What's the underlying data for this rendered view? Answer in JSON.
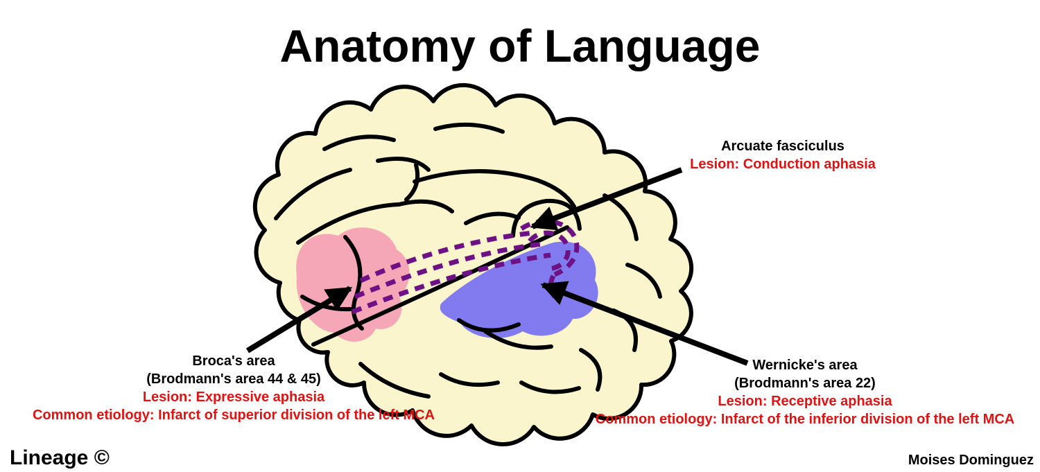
{
  "title": "Anatomy of Language",
  "diagram": {
    "regions": {
      "arcuate": {
        "label": "Arcuate fasciculus",
        "lesion": "Lesion: Conduction aphasia"
      },
      "broca": {
        "label": "Broca's area",
        "detail": "(Brodmann's area 44 & 45)",
        "lesion": "Lesion: Expressive aphasia",
        "etiology": "Common etiology: Infarct of superior division of the left MCA"
      },
      "wernicke": {
        "label": "Wernicke's area",
        "detail": "(Brodmann's area 22)",
        "lesion": "Lesion: Receptive aphasia",
        "etiology": "Common etiology: Infarct of the inferior division of the left MCA"
      }
    }
  },
  "footer": {
    "brand": "Lineage ©",
    "author": "Moises Dominguez"
  },
  "colors": {
    "brain_fill": "#faf5cd",
    "broca_fill": "#f5a7b8",
    "wernicke_fill": "#817bef",
    "arcuate_dash": "#6d1184",
    "lesion_text": "#e01212",
    "outline": "#000000"
  }
}
